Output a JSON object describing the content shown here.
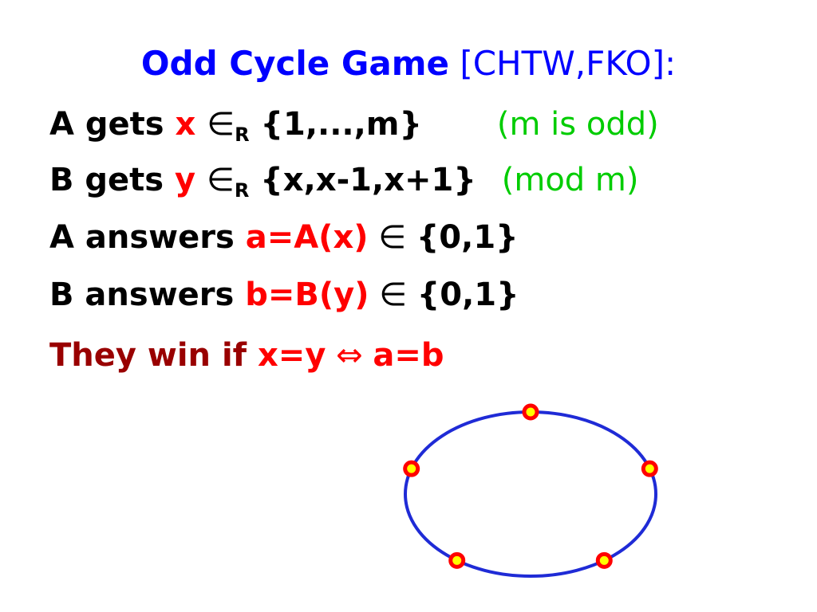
{
  "colors": {
    "black": "#000000",
    "blue": "#0000ff",
    "red": "#ff0000",
    "green": "#00cc00",
    "dark_red": "#990000",
    "ellipse_stroke": "#1f2bd6",
    "node_fill": "#ffff00",
    "node_stroke": "#ff0000"
  },
  "title": {
    "name": "Odd Cycle Game",
    "citation": "[CHTW,FKO]:"
  },
  "lines": {
    "a_gets": {
      "prefix": "A gets ",
      "var": "x",
      "in_r": "∈",
      "sub": "R",
      "set": " {1,...,m}",
      "note": "(m is odd)"
    },
    "b_gets": {
      "prefix": "B gets ",
      "var": "y",
      "in_r": "∈",
      "sub": "R",
      "set": " {x,x-1,x+1}",
      "note": "(mod m)"
    },
    "a_answers": {
      "prefix": "A answers ",
      "expr": "a=A(x)",
      "in": " ∈ ",
      "set": "{0,1}"
    },
    "b_answers": {
      "prefix": "B answers ",
      "expr": "b=B(y)",
      "in": " ∈ ",
      "set": "{0,1}"
    },
    "win": {
      "prefix": "They win if ",
      "cond": "x=y",
      "iff": " ⇔ ",
      "res": "a=b"
    }
  },
  "diagram": {
    "node_count": 5
  }
}
